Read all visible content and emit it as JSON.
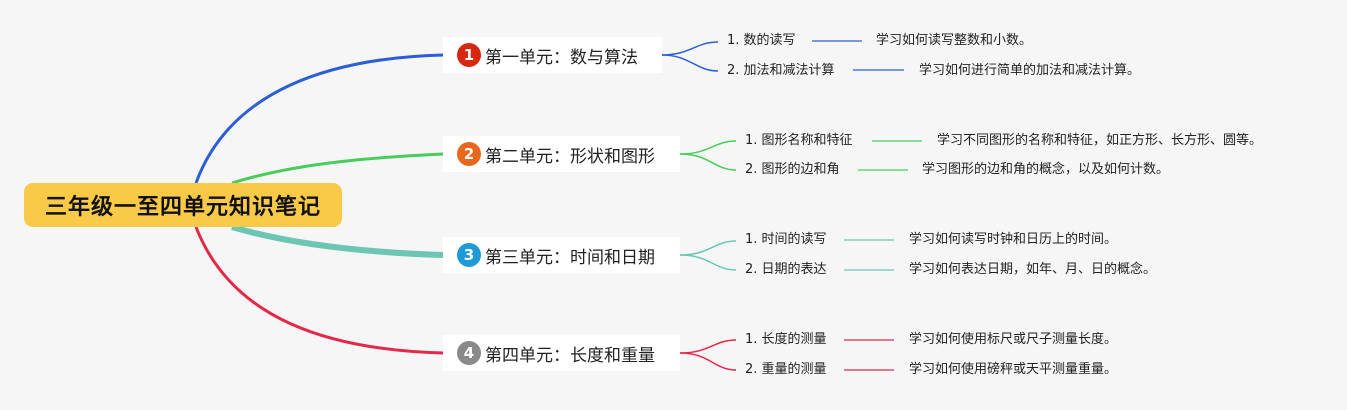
{
  "root": {
    "title": "三年级一至四单元知识笔记"
  },
  "units": [
    {
      "badge": "1",
      "title": "第一单元：数与算法",
      "color": "#2c5fd6",
      "badge_color": "#d8270f",
      "topics": [
        {
          "label": "1. 数的读写",
          "desc": "学习如何读写整数和小数。"
        },
        {
          "label": "2. 加法和减法计算",
          "desc": "学习如何进行简单的加法和减法计算。"
        }
      ]
    },
    {
      "badge": "2",
      "title": "第二单元：形状和图形",
      "color": "#48cd5c",
      "badge_color": "#e8671c",
      "topics": [
        {
          "label": "1. 图形名称和特征",
          "desc": "学习不同图形的名称和特征，如正方形、长方形、圆等。"
        },
        {
          "label": "2. 图形的边和角",
          "desc": "学习图形的边和角的概念，以及如何计数。"
        }
      ]
    },
    {
      "badge": "3",
      "title": "第三单元：时间和日期",
      "color": "#6cc6b2",
      "badge_color": "#1e9ad8",
      "topics": [
        {
          "label": "1. 时间的读写",
          "desc": "学习如何读写时钟和日历上的时间。"
        },
        {
          "label": "2. 日期的表达",
          "desc": "学习如何表达日期，如年、月、日的概念。"
        }
      ]
    },
    {
      "badge": "4",
      "title": "第四单元：长度和重量",
      "color": "#e4284a",
      "badge_color": "#8a8a8a",
      "topics": [
        {
          "label": "1. 长度的测量",
          "desc": "学习如何使用标尺或尺子测量长度。"
        },
        {
          "label": "2. 重量的测量",
          "desc": "学习如何使用磅秤或天平测量重量。"
        }
      ]
    }
  ]
}
